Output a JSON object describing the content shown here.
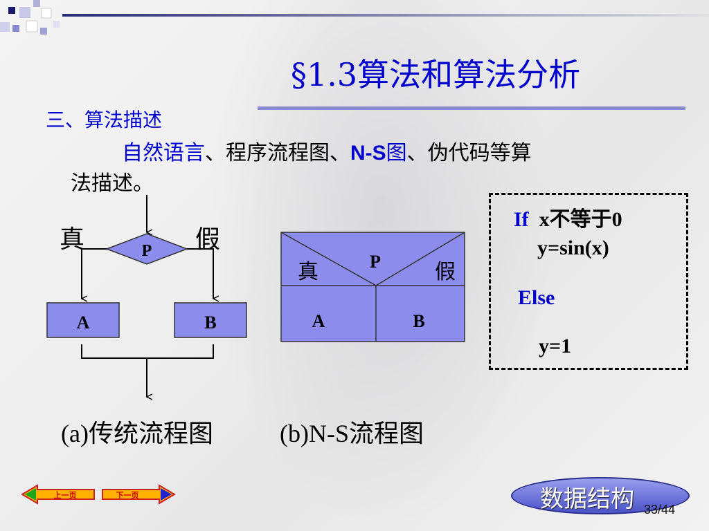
{
  "title": "§1.3算法和算法分析",
  "section_heading": "三、算法描述",
  "description": {
    "part1": "自然语言",
    "part2": "、程序流程图、",
    "part3": "N-S",
    "part4": "图",
    "part5": "、伪代码等算",
    "line2": "法描述。"
  },
  "flowchart_a": {
    "true_label": "真",
    "false_label": "假",
    "condition": "P",
    "box_a": "A",
    "box_b": "B"
  },
  "ns_chart": {
    "true_label": "真",
    "false_label": "假",
    "condition": "P",
    "box_a": "A",
    "box_b": "B"
  },
  "pseudo_code": {
    "if_kw": "If",
    "cond": "x不等于0",
    "then_stmt": "y=sin(x)",
    "else_kw": "Else",
    "else_stmt": "y=1"
  },
  "captions": {
    "a": "(a)传统流程图",
    "b": "(b)N-S流程图"
  },
  "nav": {
    "prev": "上一页",
    "next": "下一页"
  },
  "footer": {
    "badge": "数据结构",
    "page": "33/44"
  },
  "colors": {
    "accent": "#0000cc",
    "box_fill": "#8c8ced",
    "rule": "#8888cc"
  }
}
